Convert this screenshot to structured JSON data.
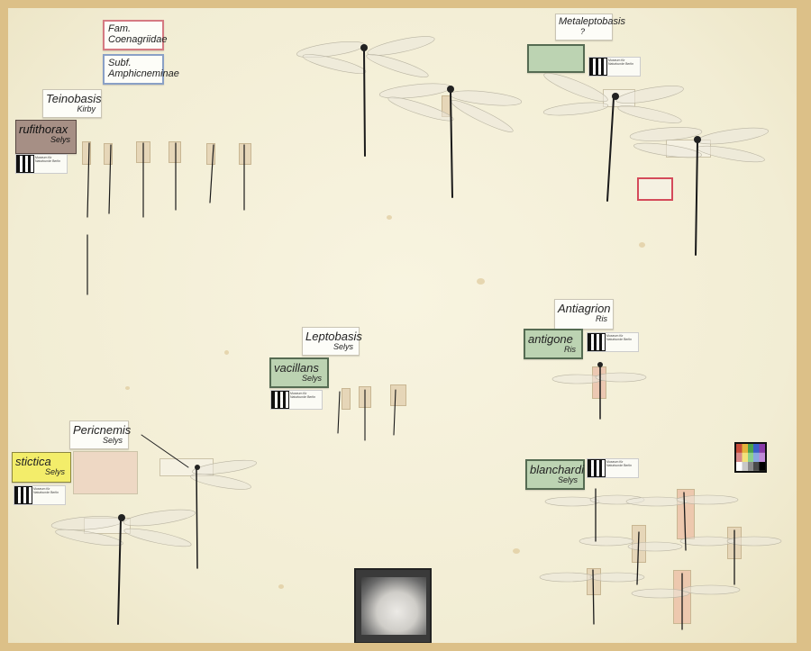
{
  "labels": {
    "family": "Fam. Coenagriidae",
    "subfamily": "Subf. Amphicneminae",
    "teinobasis_genus": "Teinobasis",
    "teinobasis_author": "Kirby",
    "rufithorax_species": "rufithorax",
    "rufithorax_author": "Selys",
    "metaleptobasis_genus": "Metaleptobasis",
    "metaleptobasis_q": "?",
    "leptobasis_genus": "Leptobasis",
    "leptobasis_author": "Selys",
    "vacillans_species": "vacillans",
    "vacillans_author": "Selys",
    "antiagrion_genus": "Antiagrion",
    "antiagrion_author": "Ris",
    "antigone_species": "antigone",
    "antigone_author": "Ris",
    "pericnemis_genus": "Pericnemis",
    "pericnemis_author": "Selys",
    "stictica_species": "stictica",
    "stictica_author": "Selys",
    "blanchardi_species": "blanchardi",
    "blanchardi_author": "Selys"
  },
  "museum_label": "Museum für Naturkunde Berlin",
  "colors": {
    "frame": "#dcc088",
    "tray": "#f4f0da",
    "green_label": "#bcd3b2",
    "yellow_label": "#f3ed6a",
    "brown_label": "#a68f85"
  }
}
